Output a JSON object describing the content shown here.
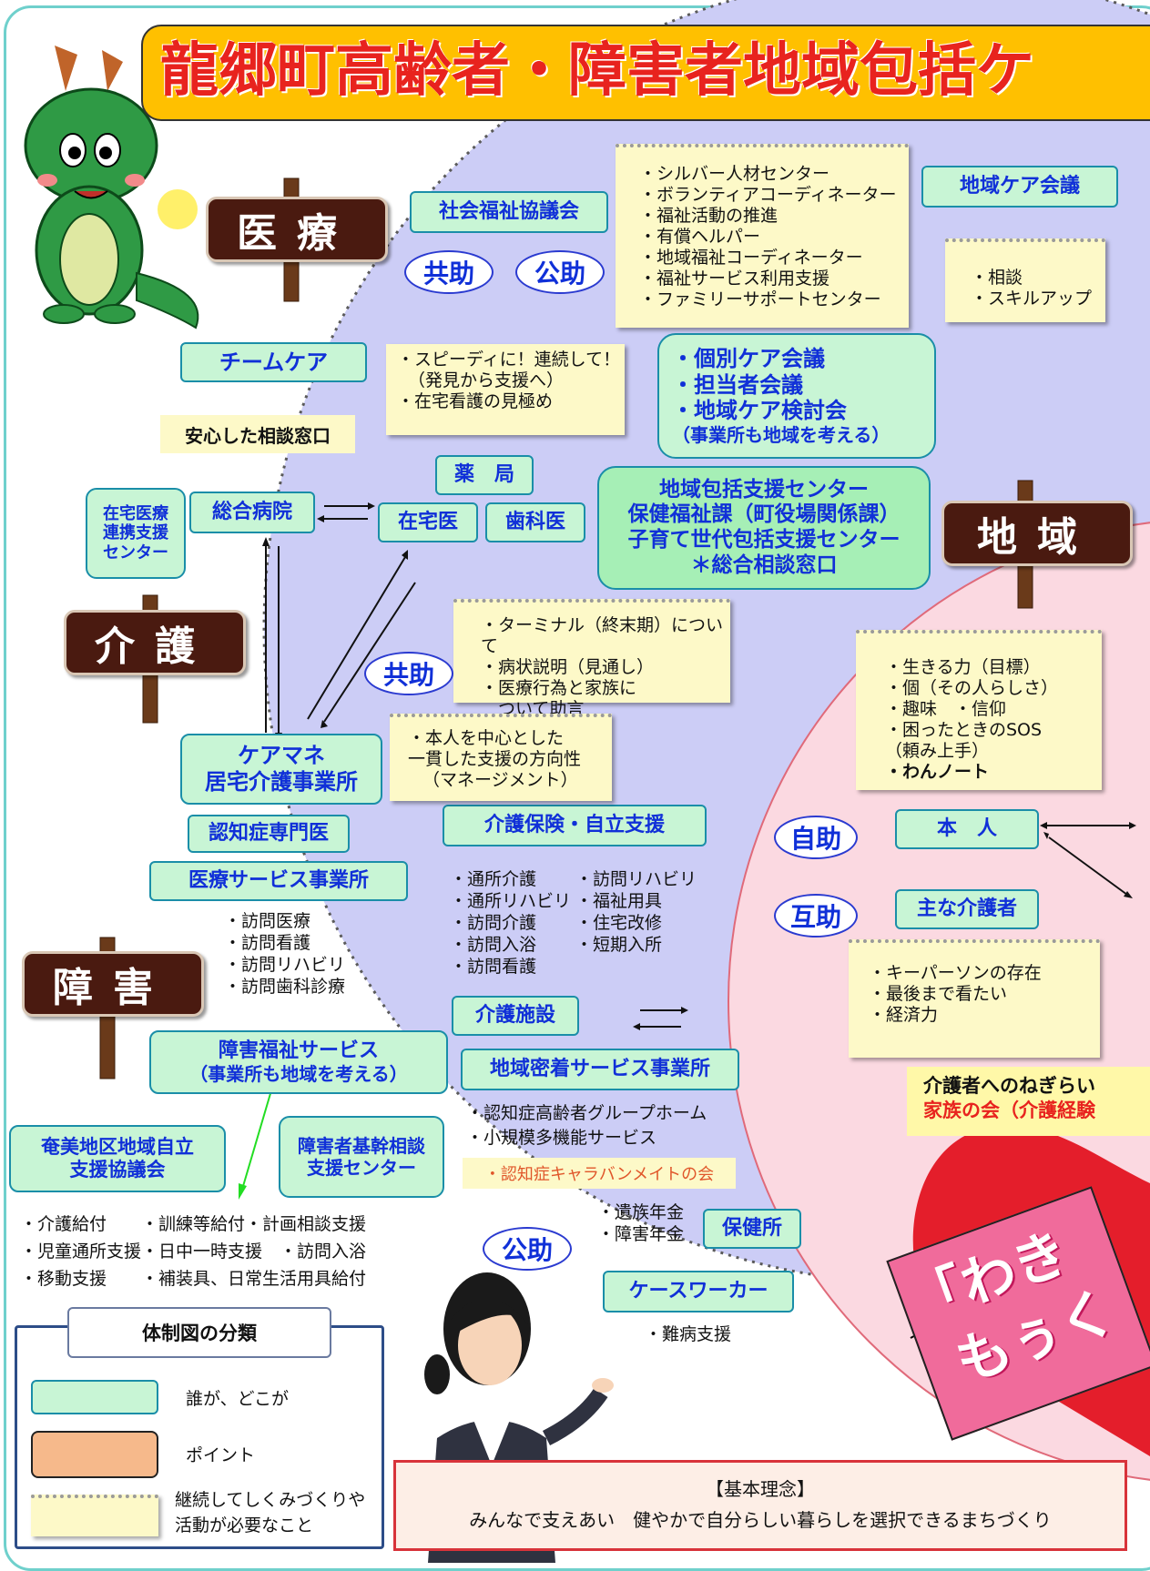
{
  "title": "龍郷町高齢者・障害者地域包括ケ",
  "signs": {
    "iryo": "医療",
    "kaigo": "介護",
    "shogai": "障害",
    "chiiki": "地域"
  },
  "who_boxes": {
    "shakyo": "社会福祉協議会",
    "chiiki_care": "地域ケア会議",
    "team_care": "チームケア",
    "kobetsu": [
      "・個別ケア会議",
      "・担当者会議",
      "・地域ケア検討会",
      "（事業所も地域を考える）"
    ],
    "zaitaku_renkei": [
      "在宅医療",
      "連携支援",
      "センター"
    ],
    "sogo_byoin": "総合病院",
    "yakkyoku": "薬　局",
    "zaitakui": "在宅医",
    "shikai": "歯科医",
    "center": [
      "地域包括支援センター",
      "保健福祉課（町役場関係課）",
      "子育て世代包括支援センター",
      "＊総合相談窓口"
    ],
    "caremane": [
      "ケアマネ",
      "居宅介護事業所"
    ],
    "ninchi": "認知症専門医",
    "iryo_service": "医療サービス事業所",
    "kaigo_hoken": "介護保険・自立支援",
    "kaigo_shisetsu": "介護施設",
    "chiiki_micchaku": "地域密着サービス事業所",
    "shogai_fukushi": [
      "障害福祉サービス",
      "（事業所も地域を考える）"
    ],
    "amami": [
      "奄美地区地域自立",
      "支援協議会"
    ],
    "kikan_sodan": [
      "障害者基幹相談",
      "支援センター"
    ],
    "hokenjo": "保健所",
    "caseworker": "ケースワーカー",
    "honnin": "本　人",
    "kaigosha": "主な介護者"
  },
  "ovals": {
    "kyojo1": "共助",
    "kojo1": "公助",
    "kyojo2": "共助",
    "jijo": "自助",
    "gojo": "互助",
    "kojo2": "公助"
  },
  "notes": {
    "silver": [
      "・シルバー人材センター",
      "・ボランティアコーディネーター",
      "・福祉活動の推進",
      "・有償ヘルパー",
      "・地域福祉コーディネーター",
      "・福祉サービス利用支援",
      "・ファミリーサポートセンター"
    ],
    "sodan": [
      "・相談",
      "・スキルアップ"
    ],
    "speedy": [
      "・スピーディに！連続して！",
      "（発見から支援へ）",
      "・在宅看護の見極め"
    ],
    "terminal": [
      "・ターミナル（終末期）について",
      "・病状説明（見通し）",
      "・医療行為と家族に",
      "　ついて助言"
    ],
    "honnin_chushin": [
      "・本人を中心とした",
      "一貫した支援の方向性",
      "（マネージメント）"
    ],
    "ikiru": [
      "・生きる力（目標）",
      "・個（その人らしさ）",
      "・趣味　・信仰",
      "・困ったときのSOS",
      "（頼み上手）",
      "・わんノート"
    ],
    "keyperson": [
      "・キーパーソンの存在",
      "・最後まで看たい",
      "・経済力"
    ]
  },
  "points": {
    "anshin": "安心した相談窓口",
    "ninchi_caravan": "・認知症キャラバンメイトの会"
  },
  "lists": {
    "iryo_service": [
      "・訪問医療",
      "・訪問看護",
      "・訪問リハビリ",
      "・訪問歯科診療"
    ],
    "kaigo_col1": [
      "・通所介護",
      "・通所リハビリ",
      "・訪問介護",
      "・訪問入浴",
      "・訪問看護"
    ],
    "kaigo_col2": [
      "・訪問リハビリ",
      "・福祉用具",
      "・住宅改修",
      "・短期入所"
    ],
    "micchaku": [
      "・認知症高齢者グループホーム",
      "・小規模多機能サービス"
    ],
    "shogai_kyufu": [
      "・介護給付　　・訓練等給付・計画相談支援",
      "・児童通所支援・日中一時支援　・訪問入浴",
      "・移動支援　　・補装具、日常生活用具給付"
    ],
    "nenkin": [
      "・遺族年金",
      "・障害年金"
    ],
    "nanbyo": "・難病支援"
  },
  "family": {
    "line1": "介護者へのねぎらい",
    "line2": "家族の会（介護経験"
  },
  "heart_text": [
    "「わき",
    "もぅく"
  ],
  "legend": {
    "title": "体制図の分類",
    "items": [
      "誰が、どこが",
      "ポイント",
      "継続してしくみづくりや",
      "活動が必要なこと"
    ]
  },
  "philosophy": {
    "title": "【基本理念】",
    "text": "みんなで支えあい　健やかで自分らしい暮らしを選択できるまちづくり"
  },
  "colors": {
    "who": "#c8f5d5",
    "point": "#f6b98b",
    "note": "#fdf9c8",
    "title_bar": "#ffc000",
    "title_text": "#e8231e",
    "circle": "#cccdf6",
    "pink": "#fbd9e1",
    "heart": "#e41e2b",
    "ribbon": "#f06b9b"
  }
}
